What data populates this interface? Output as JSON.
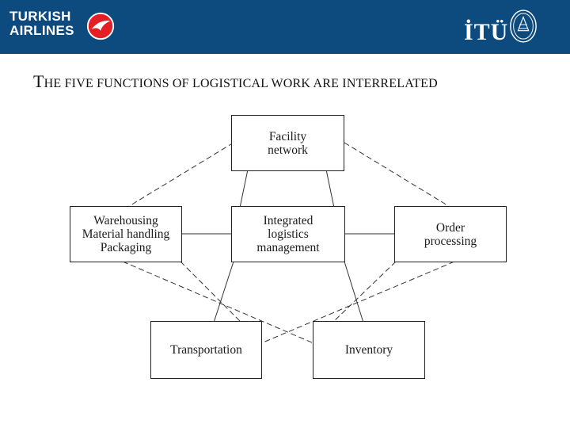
{
  "header": {
    "left_logo_text": [
      "TURKISH",
      "AIRLINES"
    ],
    "right_logo_text": "İTÜ",
    "background": "#0d4a7e",
    "accent": "#e31e24"
  },
  "title": {
    "first_letter": "T",
    "rest": "HE FIVE FUNCTIONS OF LOGISTICAL WORK ARE INTERRELATED"
  },
  "diagram": {
    "nodes": {
      "facility": [
        "Facility",
        "network"
      ],
      "warehousing": [
        "Warehousing",
        "Material handling",
        "Packaging"
      ],
      "integrated": [
        "Integrated",
        "logistics",
        "management"
      ],
      "order": [
        "Order",
        "processing"
      ],
      "transportation": [
        "Transportation"
      ],
      "inventory": [
        "Inventory"
      ]
    },
    "connections": [
      {
        "from": "facility",
        "to": "warehousing",
        "style": "dashed"
      },
      {
        "from": "facility",
        "to": "order",
        "style": "dashed"
      },
      {
        "from": "facility",
        "to": "integrated",
        "style": "solid"
      },
      {
        "from": "warehousing",
        "to": "integrated",
        "style": "solid"
      },
      {
        "from": "integrated",
        "to": "order",
        "style": "solid"
      },
      {
        "from": "integrated",
        "to": "transportation",
        "style": "solid"
      },
      {
        "from": "integrated",
        "to": "inventory",
        "style": "solid"
      },
      {
        "from": "warehousing",
        "to": "inventory",
        "style": "dashed"
      },
      {
        "from": "order",
        "to": "transportation",
        "style": "dashed"
      },
      {
        "from": "warehousing",
        "to": "transportation",
        "style": "dashed"
      },
      {
        "from": "order",
        "to": "inventory",
        "style": "dashed"
      }
    ]
  }
}
